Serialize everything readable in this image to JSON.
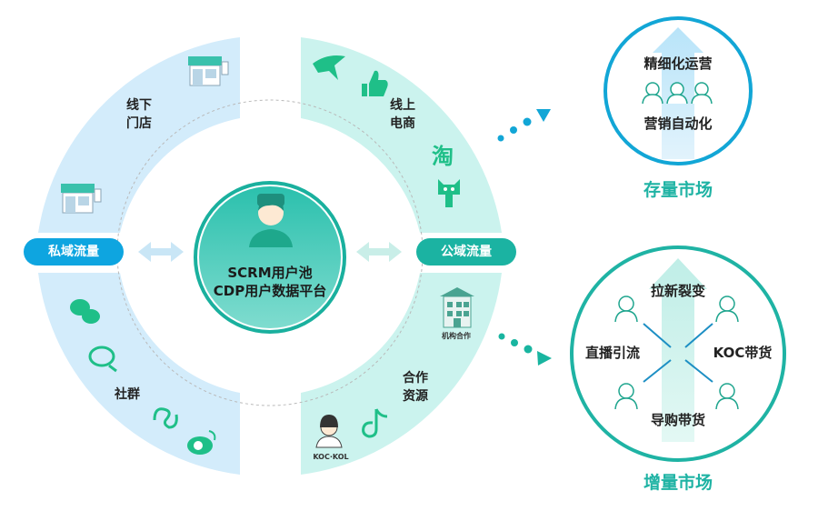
{
  "segments": {
    "offline_store": "线下\n门店",
    "online_ecommerce": "线上\n电商",
    "community": "社群",
    "partner_resources": "合作\n资源"
  },
  "traffic": {
    "private": "私域流量",
    "public": "公域流量"
  },
  "center": {
    "line1": "SCRM用户池",
    "line2": "CDP用户数据平台"
  },
  "icon_captions": {
    "institution": "机构合作",
    "koc_kol": "KOC·KOL"
  },
  "stock_market": {
    "title": "存量市场",
    "top": "精细化运营",
    "bottom": "营销自动化"
  },
  "growth_market": {
    "title": "增量市场",
    "top": "拉新裂变",
    "left": "直播引流",
    "right": "KOC带货",
    "bottom": "导购带货"
  },
  "colors": {
    "private_blue": "#0ea5e0",
    "public_teal": "#1bb3a2",
    "arc_blue": "#d3ecfb",
    "arc_teal": "#cbf3ee",
    "center_fill": "#25b9a6",
    "icon_green": "#1fbf88"
  }
}
